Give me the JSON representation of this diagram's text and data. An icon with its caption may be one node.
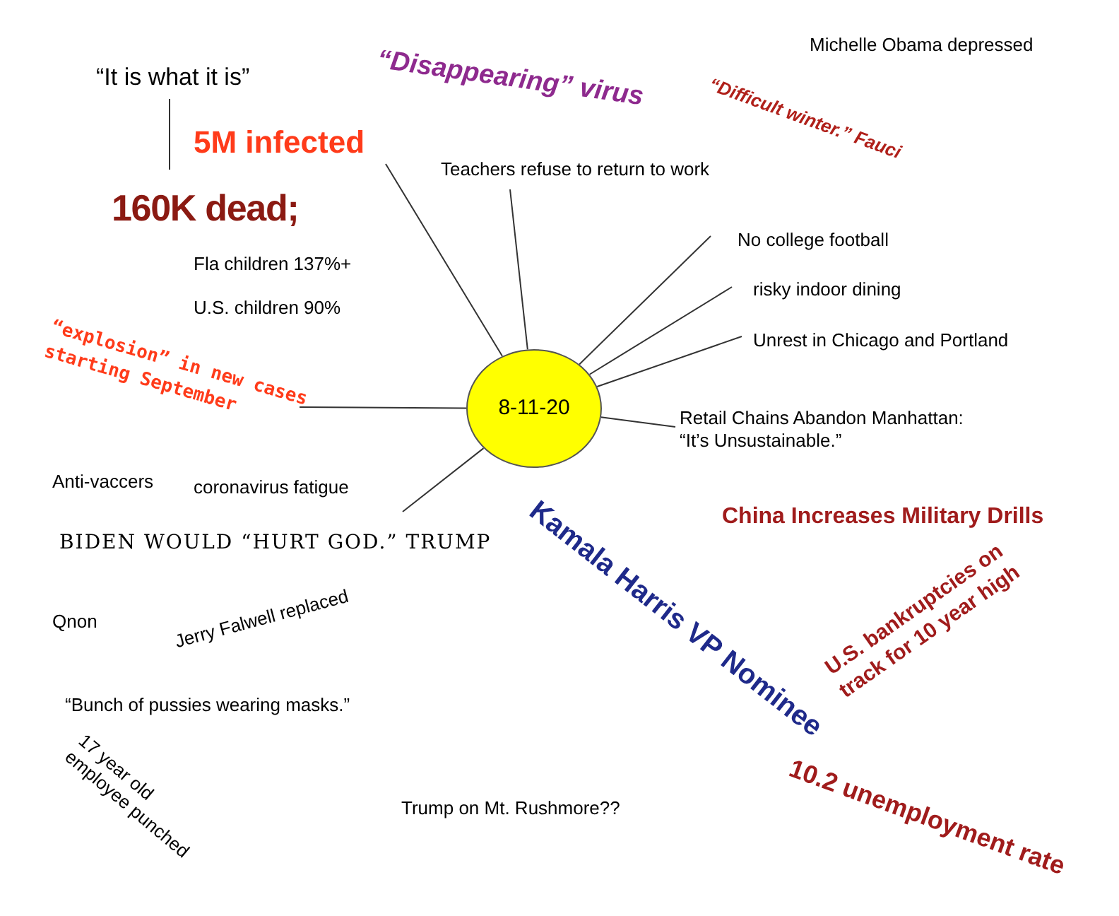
{
  "diagram": {
    "nodes": [
      {
        "text": [
          "“It is what it is”"
        ]
      },
      {
        "text": [
          "5M infected"
        ]
      },
      {
        "text": [
          "Teachers refuse to return to work"
        ]
      },
      {
        "text": [
          "160K dead;"
        ]
      },
      {
        "text": [
          "No college football"
        ]
      },
      {
        "text": [
          "risky indoor dining"
        ]
      },
      {
        "text": [
          "Unrest in Chicago and Portland"
        ]
      },
      {
        "text": [
          "“explosion” in new cases starting September"
        ]
      },
      {
        "text": [
          "8-11-20"
        ]
      },
      {
        "text": [
          "Retail Chains Abandon Manhattan: “It’s Unsustainable.”"
        ]
      },
      {
        "text": [
          "coronavirus fatigue"
        ]
      }
    ],
    "edges": [
      {
        "from": 0,
        "to": 3,
        "arrow": "none"
      },
      {
        "from": 8,
        "to": 1,
        "arrow": "none"
      },
      {
        "from": 8,
        "to": 2,
        "arrow": "none"
      },
      {
        "from": 8,
        "to": 4,
        "arrow": "none"
      },
      {
        "from": 8,
        "to": 5,
        "arrow": "none"
      },
      {
        "from": 8,
        "to": 6,
        "arrow": "none"
      },
      {
        "from": 8,
        "to": 9,
        "arrow": "none"
      },
      {
        "from": 8,
        "to": 7,
        "arrow": "none"
      },
      {
        "from": 8,
        "to": 10,
        "arrow": "none"
      }
    ],
    "labels": [
      "Michelle Obama depressed",
      "“Disappearing” virus",
      "“Difficult winter.” Fauci",
      "Fla children 137%+",
      "U.S. children 90%",
      "Anti-vaccers",
      "China Increases Military Drills",
      "BIDEN WOULD “HURT GOD.” TRUMP",
      "Kamala Harris VP Nominee",
      "Qnon",
      "Jerry Falwell replaced",
      "U.S. bankruptcies on track for 10 year high",
      "“Bunch of pussies wearing masks.”",
      "17 year old employee punched",
      "Trump on Mt. Rushmore??",
      "10.2 unemployment rate"
    ]
  }
}
